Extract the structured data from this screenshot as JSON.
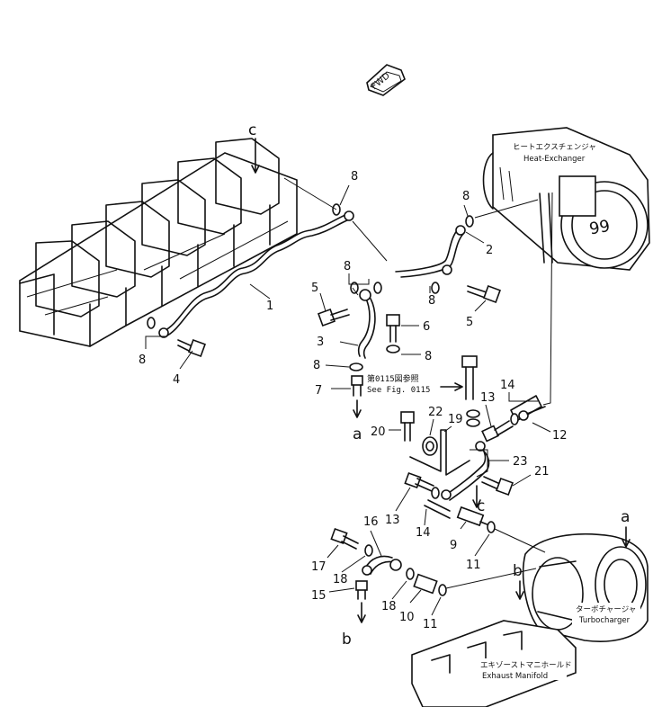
{
  "fwd_label": "FWD",
  "components": {
    "heat_exchanger": {
      "jp": "ヒートエクスチェンジャ",
      "en": "Heat-Exchanger"
    },
    "turbocharger": {
      "jp": "ターボチャージャ",
      "en": "Turbocharger"
    },
    "exhaust_manifold": {
      "jp": "エキゾーストマニホールド",
      "en": "Exhaust Manifold"
    }
  },
  "reference": {
    "jp": "第0115図参照",
    "en": "See Fig. 0115"
  },
  "connection_letters": {
    "a": "a",
    "b": "b",
    "c": "c"
  },
  "part_numbers": {
    "p1": "1",
    "p2": "2",
    "p3": "3",
    "p4": "4",
    "p5": "5",
    "p6": "6",
    "p7": "7",
    "p8": "8",
    "p9": "9",
    "p10": "10",
    "p11": "11",
    "p12": "12",
    "p13": "13",
    "p14": "14",
    "p15": "15",
    "p16": "16",
    "p17": "17",
    "p18": "18",
    "p19": "19",
    "p20": "20",
    "p21": "21",
    "p22": "22",
    "p23": "23"
  }
}
